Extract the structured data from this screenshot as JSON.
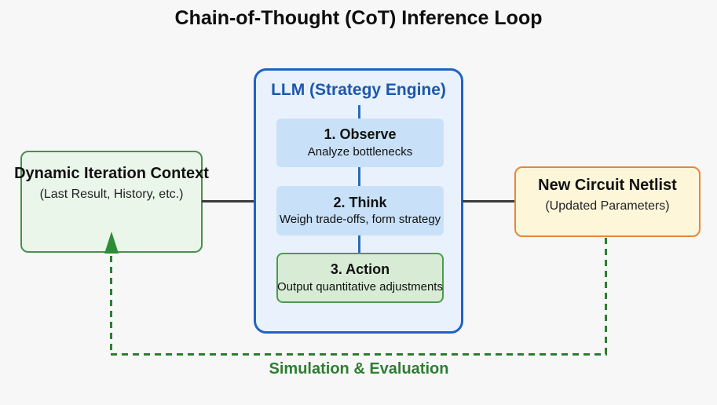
{
  "title": "Chain-of-Thought (CoT) Inference Loop",
  "llm_engine": {
    "title": "LLM (Strategy Engine)",
    "steps": [
      {
        "title": "1. Observe",
        "subtitle": "Analyze bottlenecks"
      },
      {
        "title": "2. Think",
        "subtitle": "Weigh trade-offs, form strategy"
      },
      {
        "title": "3. Action",
        "subtitle": "Output quantitative adjustments"
      }
    ]
  },
  "context_box": {
    "title": "Dynamic Iteration Context",
    "subtitle": "(Last Result, History, etc.)"
  },
  "netlist_box": {
    "title": "New Circuit Netlist",
    "subtitle": "(Updated Parameters)"
  },
  "feedback_loop": {
    "label": "Simulation & Evaluation"
  },
  "colors": {
    "background": "#f7f7f8",
    "llm_border": "#2063c5",
    "llm_fill": "#e9f2fc",
    "llm_title_text": "#1b57ad",
    "step_blue_fill": "#c8e1f8",
    "step_green_fill": "#d8ecd5",
    "step_green_border": "#4d9a50",
    "context_fill": "#ebf6eb",
    "context_border": "#4a8f4e",
    "netlist_fill": "#fdf6d9",
    "netlist_border": "#e8863a",
    "solid_connector": "#3a3a3a",
    "feedback_green": "#2e7d32"
  }
}
